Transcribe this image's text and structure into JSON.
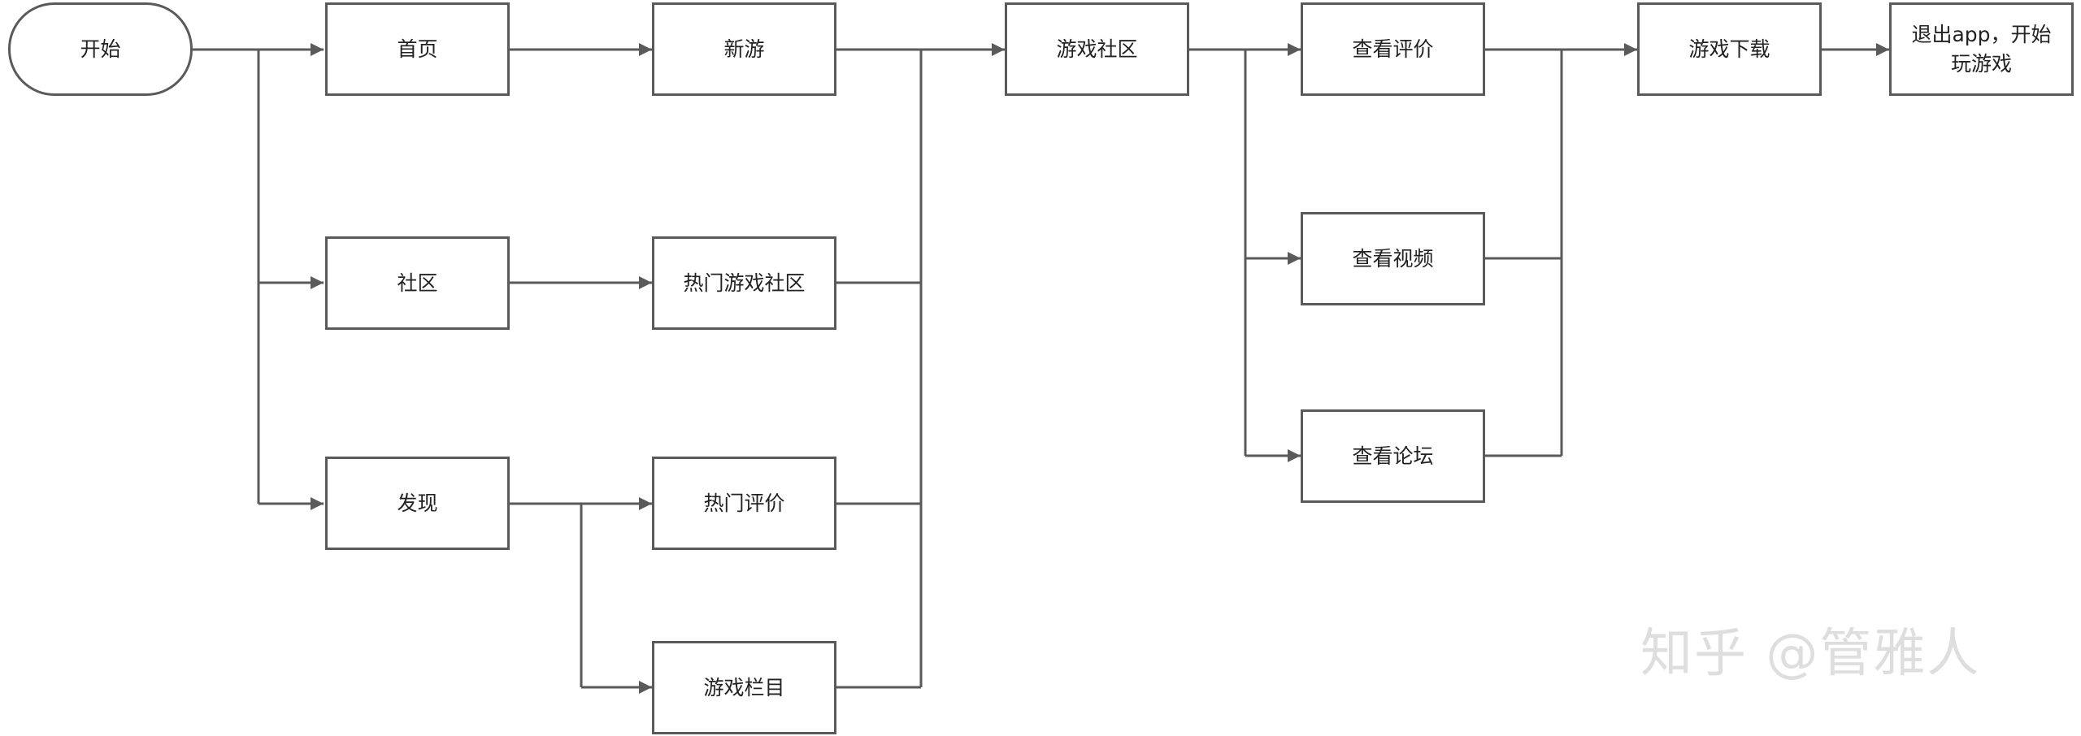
{
  "nodes": {
    "start": "开始",
    "home": "首页",
    "community": "社区",
    "discover": "发现",
    "new_games": "新游",
    "hot_game_community": "热门游戏社区",
    "hot_reviews": "热门评价",
    "game_columns": "游戏栏目",
    "game_community": "游戏社区",
    "view_reviews": "查看评价",
    "view_videos": "查看视频",
    "view_forum": "查看论坛",
    "game_download": "游戏下载",
    "exit_app": "退出app，开始玩游戏"
  },
  "watermark": "知乎 @管雅人",
  "colors": {
    "line": "#5a5a5a",
    "border": "#5a5a5a",
    "text": "#222222",
    "watermark": "#dedede"
  }
}
